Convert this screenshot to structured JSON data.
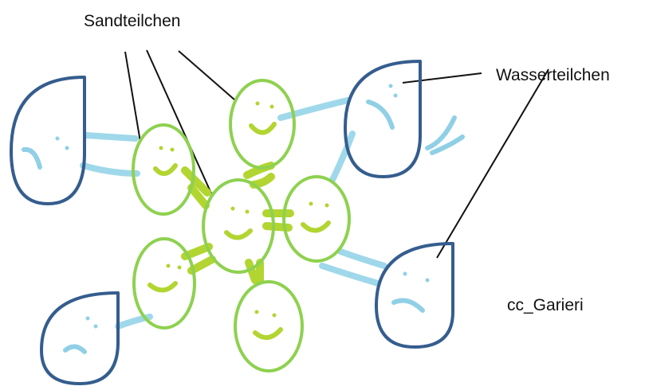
{
  "labels": {
    "sand": "Sandteilchen",
    "water": "Wasserteilchen",
    "credit": "cc_Garieri"
  },
  "colors": {
    "sand_outline": "#8ed14f",
    "sand_face": "#b2d531",
    "water_outline": "#355d8e",
    "water_face": "#90d0e6",
    "bond": "#9fd8ea",
    "pointer": "#111111"
  }
}
